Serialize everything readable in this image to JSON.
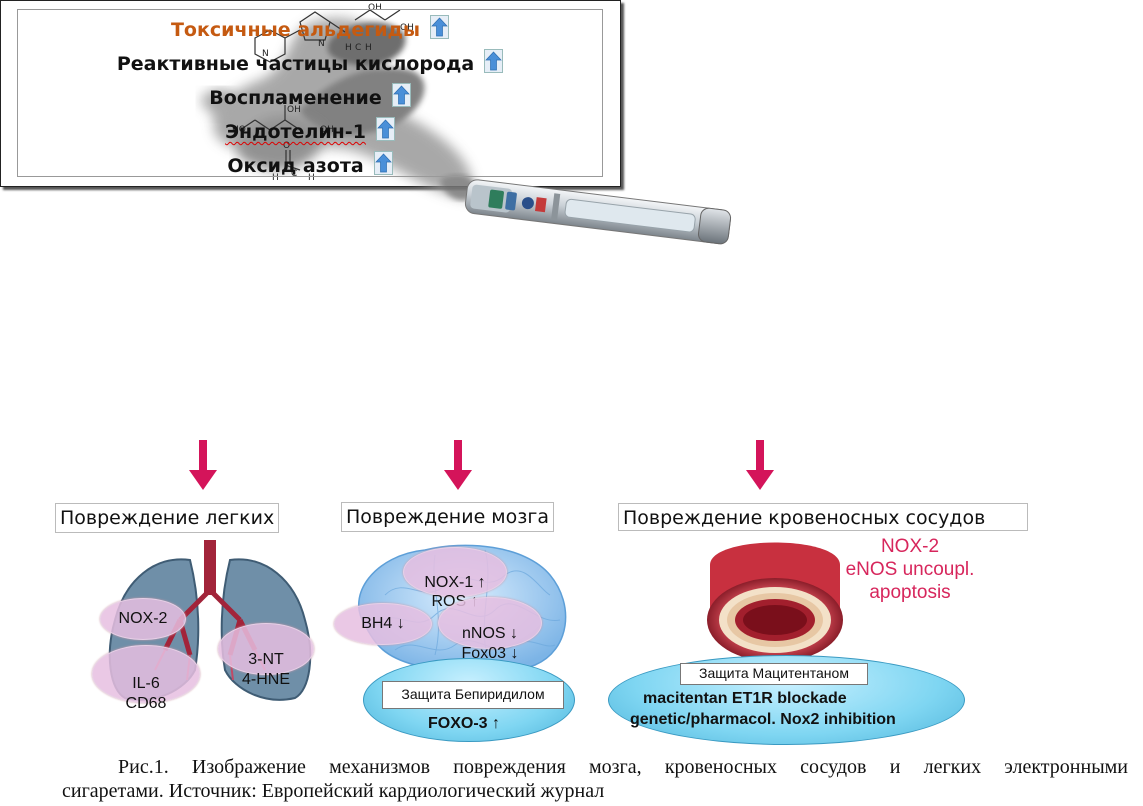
{
  "factors": [
    {
      "label": "Токсичные альдегиды"
    },
    {
      "label": "Реактивные частицы кислорода"
    },
    {
      "label": "Воспламенение"
    },
    {
      "label": "Эндотелин-1"
    },
    {
      "label": "Оксид азота"
    }
  ],
  "damage": {
    "lungs": "Повреждение легких",
    "brain": "Повреждение мозга",
    "vessels": "Повреждение кровеносных сосудов"
  },
  "lungs": {
    "ovals": [
      "NOX-2",
      "IL-6\nCD68",
      "3-NT\n4-HNE"
    ]
  },
  "brain": {
    "ovals": [
      "NOX-1 ↑\nROS ↑",
      "BH4 ↓",
      "nNOS ↓\nFox03 ↓"
    ],
    "protection": "Защита Бепиридилом",
    "effect": "FOXO-3 ↑"
  },
  "vessels": {
    "markers": [
      "NOX-2",
      "eNOS uncoupl.",
      "apoptosis"
    ],
    "protection": "Защита Мацитентаном",
    "effect_line1": "macitentan ET1R blockade",
    "effect_line2": "genetic/pharmacol. Nox2 inhibition"
  },
  "molecules": {
    "labels": [
      "N",
      "N",
      "OH",
      "OH",
      "H",
      "C",
      "H",
      "HO",
      "OH",
      "OH",
      "O",
      "H",
      "C",
      "H"
    ]
  },
  "caption": {
    "line1": "Рис.1. Изображение механизмов повреждения мозга, кровеносных сосудов и легких электронными",
    "line2": "сигаретами. Источник: Европейский кардиологический журнал"
  },
  "colors": {
    "arrow_magenta": "#d4145a",
    "aldehyde_orange": "#c55a11",
    "up_arrow_blue": "#4a8fd8",
    "marker_red": "#d7265c"
  }
}
